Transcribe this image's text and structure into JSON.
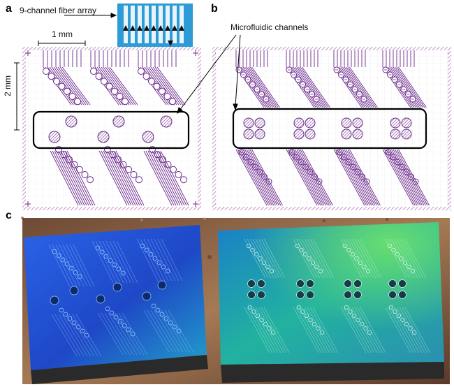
{
  "figure": {
    "panels": {
      "a": "a",
      "b": "b",
      "c": "c"
    },
    "annotations": {
      "fiber_array": "9-channel fiber array",
      "scale_horizontal": "1 mm",
      "scale_vertical": "2 mm",
      "microfluidic": "Microfluidic channels"
    },
    "colors": {
      "channel_line": "#6b2a8c",
      "chip_blue": "#1f4fd6",
      "chip_green": "#2fbf6a",
      "fiber_array_blue": "#2d9bd6",
      "table_brown": "#8a5a3a"
    }
  }
}
